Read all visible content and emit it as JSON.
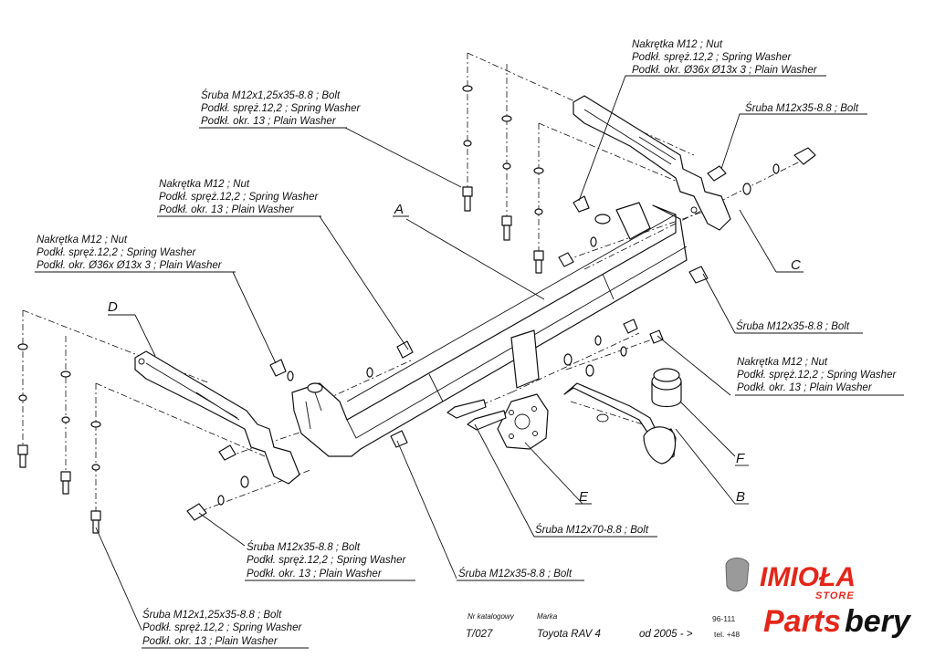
{
  "labels": {
    "top_right_nut": [
      "Nakrętka  M12 ; Nut",
      "Podkł. spręż.12,2 ; Spring Washer",
      "Podkł. okr.  Ø36x Ø13x 3 ; Plain Washer"
    ],
    "top_bolt": [
      "Śruba M12x1,25x35-8.8 ;  Bolt",
      "Podkł. spręż.12,2 ; Spring Washer",
      "Podkł. okr. 13 ; Plain Washer"
    ],
    "right_bolt_c": "Śruba M12x35-8.8 ;  Bolt",
    "mid_nut": [
      "Nakrętka  M12 ; Nut",
      "Podkł. spręż.12,2 ; Spring Washer",
      "Podkł. okr. 13 ; Plain Washer"
    ],
    "left_nut": [
      "Nakrętka  M12 ; Nut",
      "Podkł. spręż.12,2 ; Spring Washer",
      "Podkł. okr.  Ø36x Ø13x 3 ; Plain Washer"
    ],
    "right_bolt_mid": "Śruba M12x35-8.8 ;  Bolt",
    "right_nut": [
      "Nakrętka  M12 ; Nut",
      "Podkł. spręż.12,2 ; Spring Washer",
      "Podkł. okr. 13 ; Plain Washer"
    ],
    "bolt_e": "Śruba M12x70-8.8 ;  Bolt",
    "bottom_left_bolt": [
      "Śruba M12x35-8.8 ;  Bolt",
      "Podkł. spręż.12,2 ; Spring Washer",
      "Podkł. okr. 13 ; Plain Washer"
    ],
    "bottom_mid_bolt": "Śruba M12x35-8.8 ;  Bolt",
    "bottom_bolt": [
      "Śruba M12x1,25x35-8.8 ;  Bolt",
      "Podkł. spręż.12,2 ; Spring Washer",
      "Podkł. okr. 13 ; Plain Washer"
    ]
  },
  "part_letters": {
    "a": "A",
    "b": "B",
    "c": "C",
    "d": "D",
    "e": "E",
    "f": "F"
  },
  "title_block": {
    "catalog_label": "Nr katalogowy",
    "catalog_no": "T/027",
    "make_label": "Marka",
    "make": "Toyota RAV 4",
    "years": "od 2005 - >",
    "phone_partial": "96-111",
    "tel_partial": "tel. +48"
  },
  "branding": {
    "brand_partial": "IMIOŁA",
    "store_word": "STORE",
    "partsbery_red": "Parts",
    "partsbery_black": "bery",
    "colors": {
      "red": "#e32619",
      "black": "#111111"
    }
  }
}
